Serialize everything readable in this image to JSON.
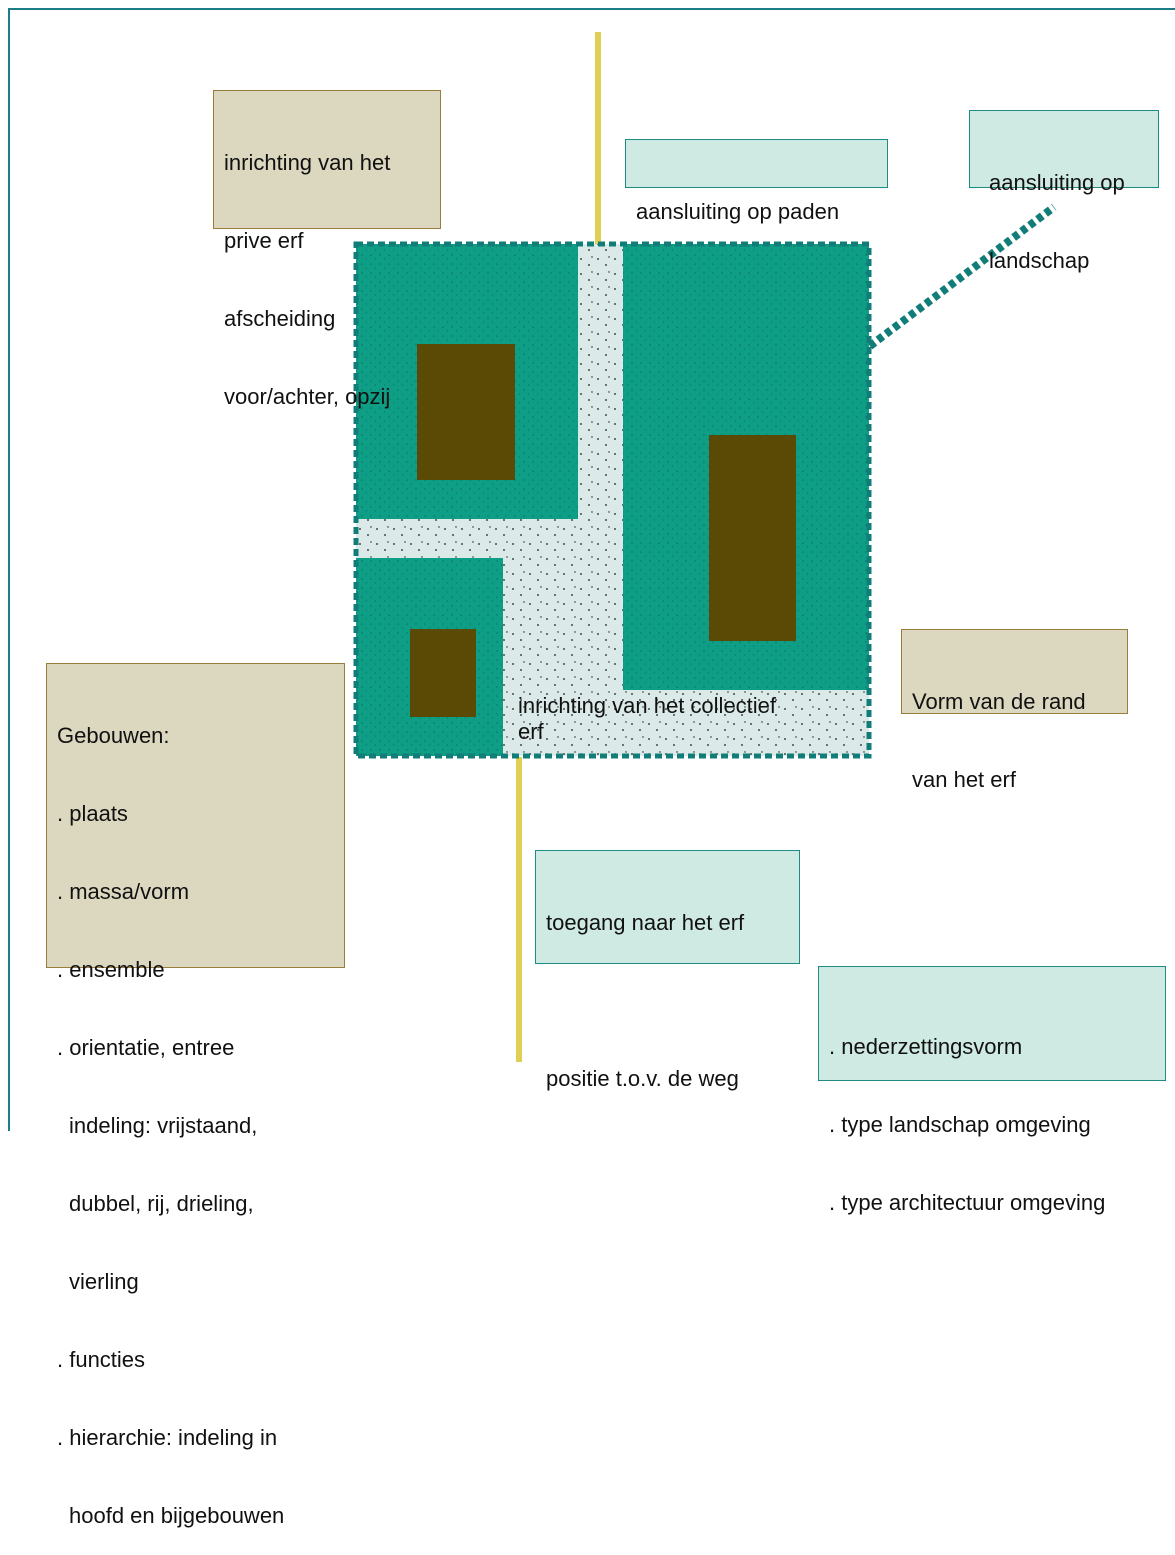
{
  "colors": {
    "frame": "#1d7d86",
    "green_plot": "#0d9e85",
    "building": "#5a4a06",
    "collective_yard": "#dbeae8",
    "path": "#e0cf55",
    "landscape_link": "#117d78",
    "tan_box": "#dcd7bf",
    "mint_box": "#cfeae2"
  },
  "labels": {
    "prive_erf": [
      "inrichting van het",
      "prive erf",
      "afscheiding",
      "voor/achter, opzij"
    ],
    "paden": [
      "aansluiting op paden"
    ],
    "landschap": [
      "aansluiting op",
      "landschap"
    ],
    "collectief_erf": [
      "inrichting van het collectief",
      "erf"
    ],
    "rand": [
      "Vorm van de rand",
      "van het erf"
    ],
    "gebouwen": {
      "title": "Gebouwen:",
      "items": [
        ". plaats",
        ". massa/vorm",
        ". ensemble",
        ". orientatie, entree",
        "indeling: vrijstaand,",
        "dubbel, rij, drieling,",
        "vierling",
        ". functies",
        ". hierarchie: indeling in",
        "hoofd en bijgebouwen"
      ]
    },
    "toegang": [
      "toegang naar het erf",
      "",
      "positie t.o.v. de weg"
    ],
    "omgeving": [
      ". nederzettingsvorm",
      ". type landschap omgeving",
      ". type architectuur omgeving"
    ]
  }
}
